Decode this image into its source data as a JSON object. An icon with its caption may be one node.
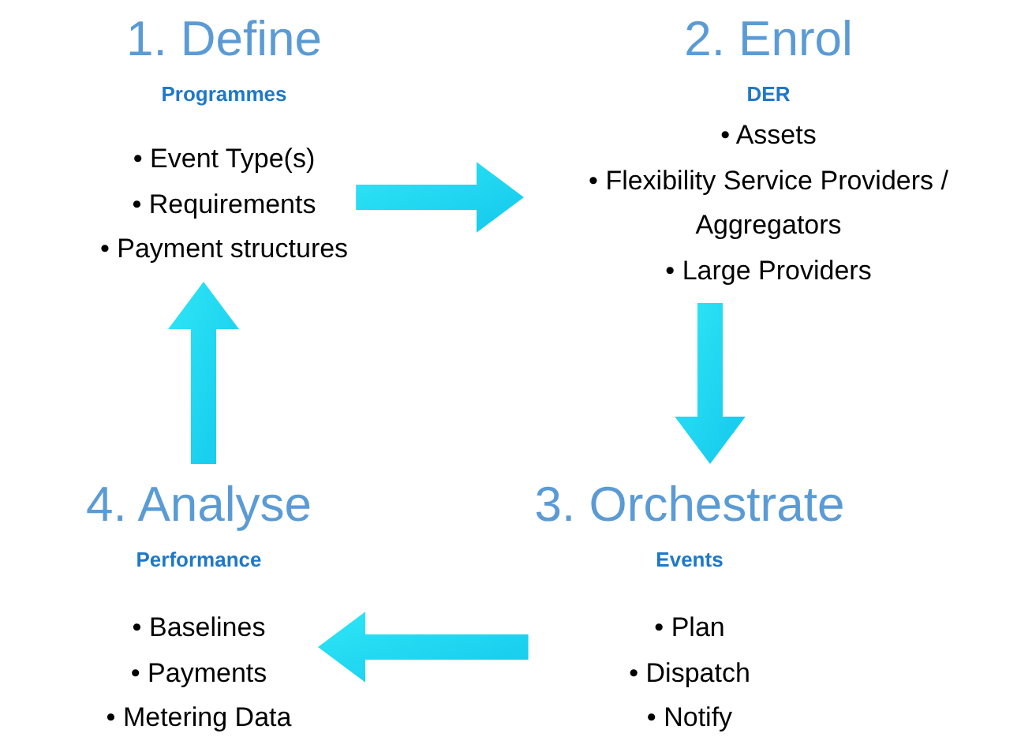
{
  "diagram": {
    "nodes": [
      {
        "text": [
          "1. Define",
          "Programmes",
          "• Event Type(s)",
          "• Requirements",
          "• Payment structures"
        ]
      },
      {
        "text": [
          "2. Enrol",
          "DER",
          "• Assets",
          "• Flexibility Service Providers / Aggregators",
          "• Large Providers"
        ]
      },
      {
        "text": [
          "3. Orchestrate",
          "Events",
          "• Plan",
          "• Dispatch",
          "• Notify"
        ]
      },
      {
        "text": [
          "4. Analyse",
          "Performance",
          "• Baselines",
          "• Payments",
          "• Metering Data"
        ]
      }
    ],
    "edges": [
      {
        "from": 0,
        "to": 1,
        "arrow": "to",
        "style": "thick"
      },
      {
        "from": 1,
        "to": 2,
        "arrow": "to",
        "style": "thick"
      },
      {
        "from": 2,
        "to": 3,
        "arrow": "to",
        "style": "thick"
      },
      {
        "from": 3,
        "to": 0,
        "arrow": "to",
        "style": "thick"
      }
    ]
  }
}
